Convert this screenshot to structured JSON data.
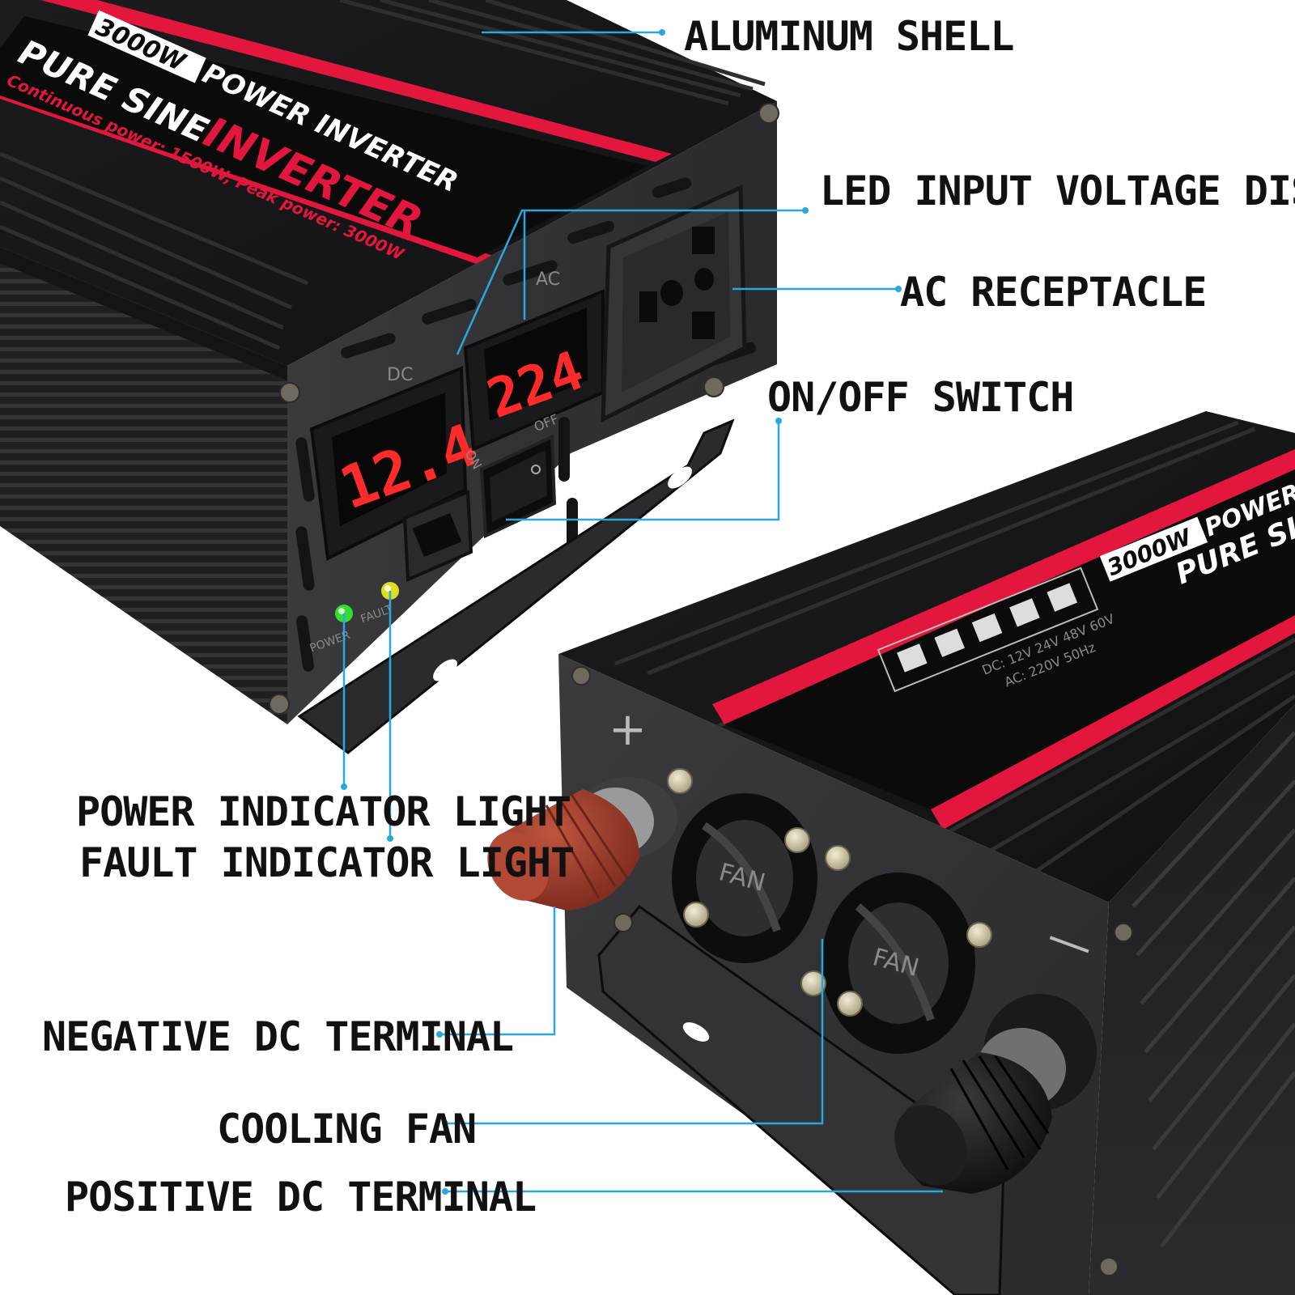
{
  "labels": {
    "aluminum_shell": "ALUMINUM SHELL",
    "led_display": "LED INPUT VOLTAGE DISPLAY",
    "ac_receptacle": "AC RECEPTACLE",
    "on_off_switch": "ON/OFF SWITCH",
    "power_indicator": "POWER INDICATOR LIGHT",
    "fault_indicator": "FAULT INDICATOR LIGHT",
    "negative_dc": "NEGATIVE DC TERMINAL",
    "cooling_fan": "COOLING FAN",
    "positive_dc": "POSITIVE DC TERMINAL"
  },
  "device": {
    "rating": "3000W",
    "title": "POWER INVERTER",
    "pure_sine": "PURE SINE",
    "inverter": "INVERTER",
    "power_spec": "Continuous power: 1500W, Peak power: 3000W",
    "dc_display": "12.4",
    "ac_display": "224",
    "dc_tag": "DC",
    "ac_tag": "AC",
    "on_tag": "ON",
    "off_tag": "OFF",
    "power_tag": "POWER",
    "fault_tag": "FAULT",
    "fan_label": "FAN",
    "plus_sign": "+",
    "minus_sign": "—",
    "dc_options": "DC: 12V 24V 48V 60V",
    "ac_options": "AC: 220V 50Hz"
  },
  "colors": {
    "body": "#2a2a2c",
    "accent_red": "#e3173d",
    "leader": "#29a8e0",
    "display_red": "#ff2a2a",
    "power_led": "#33dd33",
    "fault_led": "#dddd22"
  }
}
